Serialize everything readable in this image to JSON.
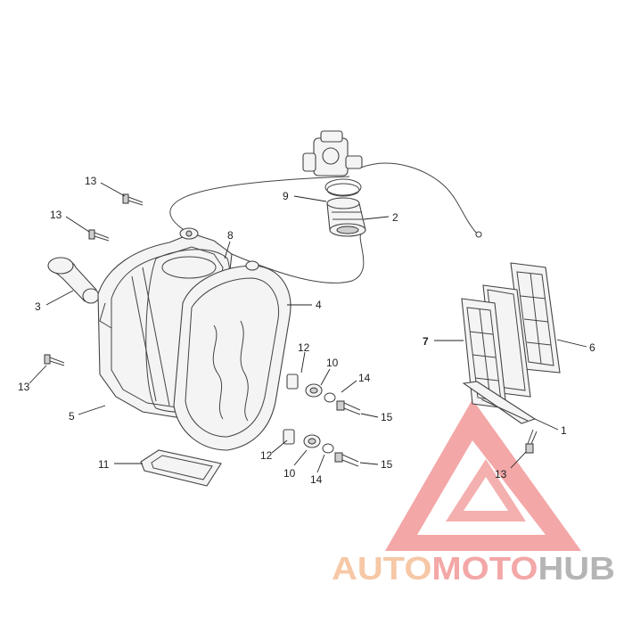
{
  "diagram": {
    "callouts": [
      {
        "id": "c13a",
        "label": "13"
      },
      {
        "id": "c9",
        "label": "9"
      },
      {
        "id": "c2",
        "label": "2"
      },
      {
        "id": "c13b",
        "label": "13"
      },
      {
        "id": "c8",
        "label": "8"
      },
      {
        "id": "c3",
        "label": "3"
      },
      {
        "id": "c4",
        "label": "4"
      },
      {
        "id": "c7",
        "label": "7"
      },
      {
        "id": "c6",
        "label": "6"
      },
      {
        "id": "c12a",
        "label": "12"
      },
      {
        "id": "c10a",
        "label": "10"
      },
      {
        "id": "c14a",
        "label": "14"
      },
      {
        "id": "c13c",
        "label": "13"
      },
      {
        "id": "c15a",
        "label": "15"
      },
      {
        "id": "c5",
        "label": "5"
      },
      {
        "id": "c1",
        "label": "1"
      },
      {
        "id": "c12b",
        "label": "12"
      },
      {
        "id": "c11",
        "label": "11"
      },
      {
        "id": "c15b",
        "label": "15"
      },
      {
        "id": "c10b",
        "label": "10"
      },
      {
        "id": "c13d",
        "label": "13"
      },
      {
        "id": "c14b",
        "label": "14"
      }
    ]
  },
  "watermark": {
    "word_part1": "AUTO",
    "word_part2": "MOTO",
    "word_part3": "HUB",
    "color_part1": "#f6c8a6",
    "color_part2": "#f4a7a7",
    "color_part3": "#b5b5b5",
    "logo_color": "#f08a8a"
  }
}
